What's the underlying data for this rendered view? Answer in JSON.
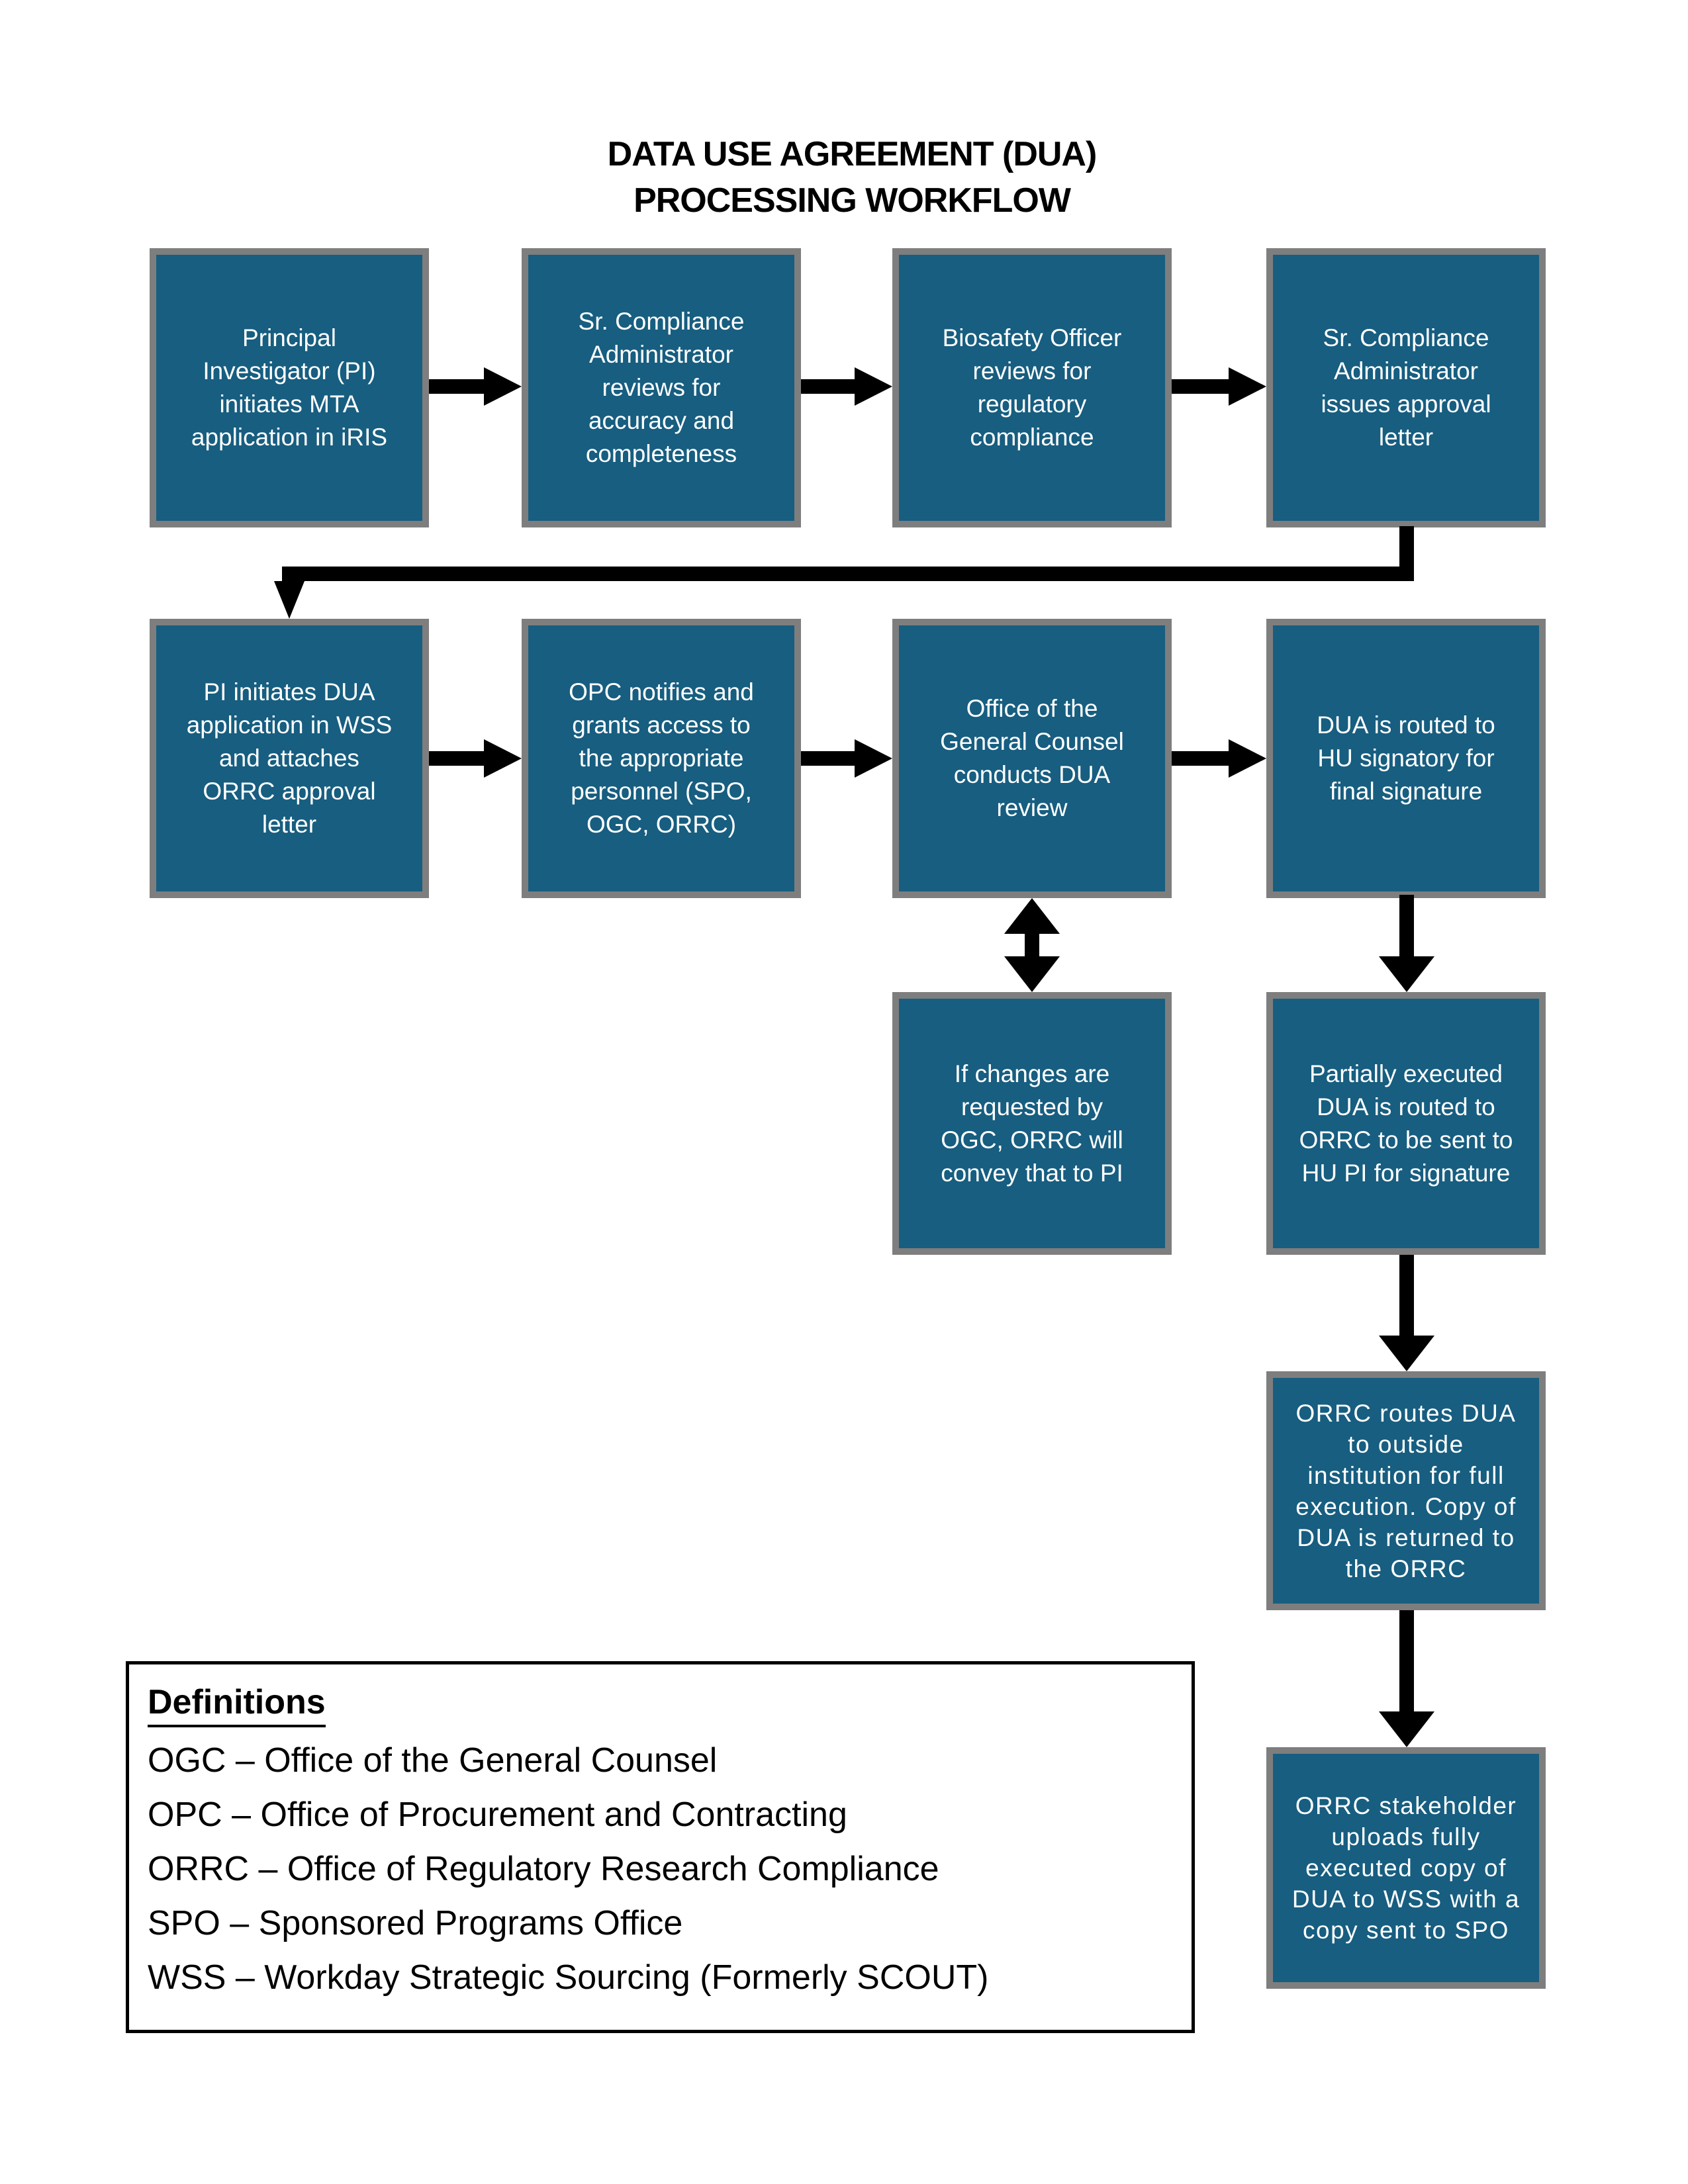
{
  "title": {
    "line1": "DATA USE AGREEMENT (DUA)",
    "line2": "PROCESSING WORKFLOW"
  },
  "boxes": {
    "r1c1": {
      "text": "Principal\nInvestigator (PI)\ninitiates MTA\napplication in iRIS"
    },
    "r1c2": {
      "text": "Sr. Compliance\nAdministrator\nreviews for\naccuracy and\ncompleteness"
    },
    "r1c3": {
      "text": "Biosafety Officer\nreviews for\nregulatory\ncompliance"
    },
    "r1c4": {
      "text": "Sr. Compliance\nAdministrator\nissues approval\nletter"
    },
    "r2c1": {
      "text": "PI initiates DUA\napplication in WSS\nand attaches\nORRC approval\nletter"
    },
    "r2c2": {
      "text": "OPC notifies and\ngrants access to\nthe appropriate\npersonnel (SPO,\nOGC, ORRC)"
    },
    "r2c3": {
      "text": "Office of the\nGeneral Counsel\nconducts DUA\nreview"
    },
    "r2c4": {
      "text": "DUA is routed to\nHU signatory for\nfinal signature"
    },
    "r3c3": {
      "text": "If changes are\nrequested by\nOGC, ORRC will\nconvey that to PI"
    },
    "r3c4": {
      "text": "Partially executed\nDUA is routed to\nORRC to be sent to\nHU PI for signature"
    },
    "r4c4": {
      "text": "ORRC routes DUA\nto outside\ninstitution for full\nexecution. Copy of\nDUA is returned to\nthe ORRC"
    },
    "r5c4": {
      "text": "ORRC stakeholder\nuploads fully\nexecuted copy of\nDUA to WSS with a\ncopy sent to SPO"
    }
  },
  "definitions": {
    "heading": "Definitions",
    "items": [
      "OGC – Office of the General Counsel",
      "OPC – Office of Procurement and Contracting",
      "ORRC – Office of Regulatory Research Compliance",
      "SPO – Sponsored Programs Office",
      "WSS – Workday Strategic Sourcing (Formerly SCOUT)"
    ]
  },
  "colors": {
    "box_fill": "#175E80",
    "box_border": "#7E7E7E",
    "arrow": "#000000",
    "text_on_box": "#FFFFFF",
    "title_text": "#000000",
    "definitions_border": "#000000",
    "page_background": "#FFFFFF"
  }
}
